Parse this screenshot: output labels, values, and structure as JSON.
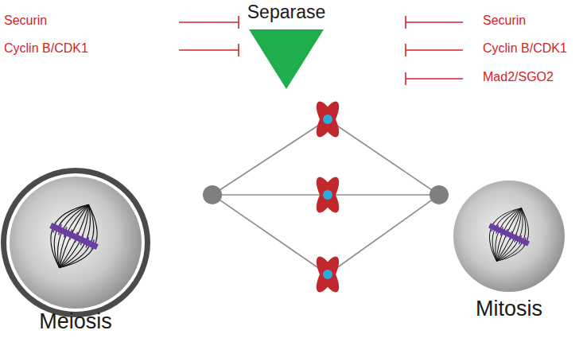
{
  "diagram": {
    "nodes": [
      {
        "text": [
          "Separase"
        ]
      },
      {
        "text": [
          "Meiosis"
        ]
      },
      {
        "text": [
          "Mitosis"
        ]
      }
    ],
    "labels": [
      "Securin",
      "Cyclin B/CDK1",
      "Securin",
      "Cyclin B/CDK1",
      "Mad2/SGO2"
    ]
  }
}
